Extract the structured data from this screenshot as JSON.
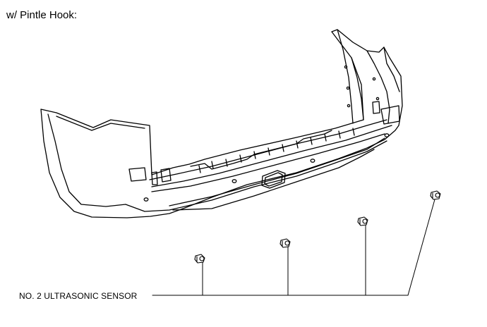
{
  "heading": "w/ Pintle Hook:",
  "callout": {
    "label": "NO. 2 ULTRASONIC SENSOR",
    "sensor_count": 4
  },
  "colors": {
    "line": "#000000",
    "background": "#ffffff"
  },
  "parts": [
    "rear-bumper-cover",
    "no-2-ultrasonic-sensor"
  ]
}
